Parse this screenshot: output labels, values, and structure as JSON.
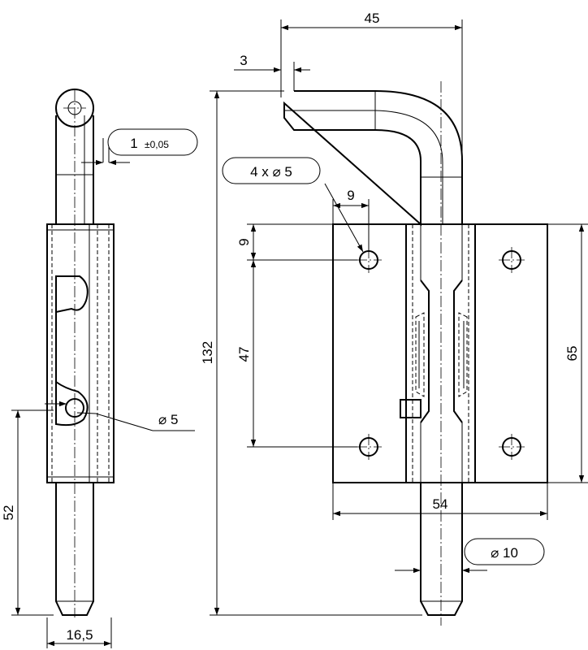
{
  "drawing": {
    "title": "",
    "dimensions": {
      "overall_height": "132",
      "bolt_reach": "45",
      "chamfer": "3",
      "hole_spacing_h": "9",
      "hole_spacing_v_offset": "9",
      "hole_spacing_v": "47",
      "plate_height": "65",
      "plate_width": "54",
      "bolt_diameter": "⌀ 10",
      "hole_callout": "4 x ⌀ 5",
      "tolerance_value": "1",
      "tolerance": "±0,05",
      "side_pin_diameter": "⌀ 5",
      "side_depth": "16,5",
      "side_projection": "52"
    }
  }
}
